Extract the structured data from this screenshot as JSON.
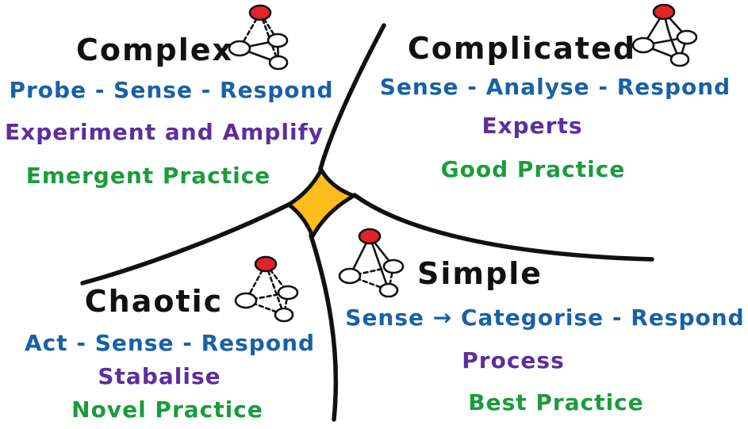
{
  "colors": {
    "ink": "#111111",
    "blue": "#1761a8",
    "purple": "#5c2e9e",
    "green": "#1a9c3a",
    "gold": "#fcbd1d",
    "node-red": "#e32328",
    "background": "#ffffff"
  },
  "quadrants": [
    {
      "id": "complex",
      "name": "Complex",
      "decision_model": "Probe - Sense - Respond",
      "management_style": "Experiment and Amplify",
      "practice": "Emergent Practice",
      "icon": "network-red-hub-dashed-links-icon"
    },
    {
      "id": "complicated",
      "name": "Complicated",
      "decision_model": "Sense - Analyse - Respond",
      "management_style": "Experts",
      "practice": "Good Practice",
      "icon": "network-fully-connected-icon"
    },
    {
      "id": "chaotic",
      "name": "Chaotic",
      "decision_model": "Act - Sense - Respond",
      "management_style": "Stabalise",
      "practice": "Novel Practice",
      "icon": "network-all-dashed-icon"
    },
    {
      "id": "simple",
      "name": "Simple",
      "decision_model": "Sense → Categorise - Respond",
      "management_style": "Process",
      "practice": "Best Practice",
      "icon": "network-red-hub-solid-links-icon"
    }
  ]
}
